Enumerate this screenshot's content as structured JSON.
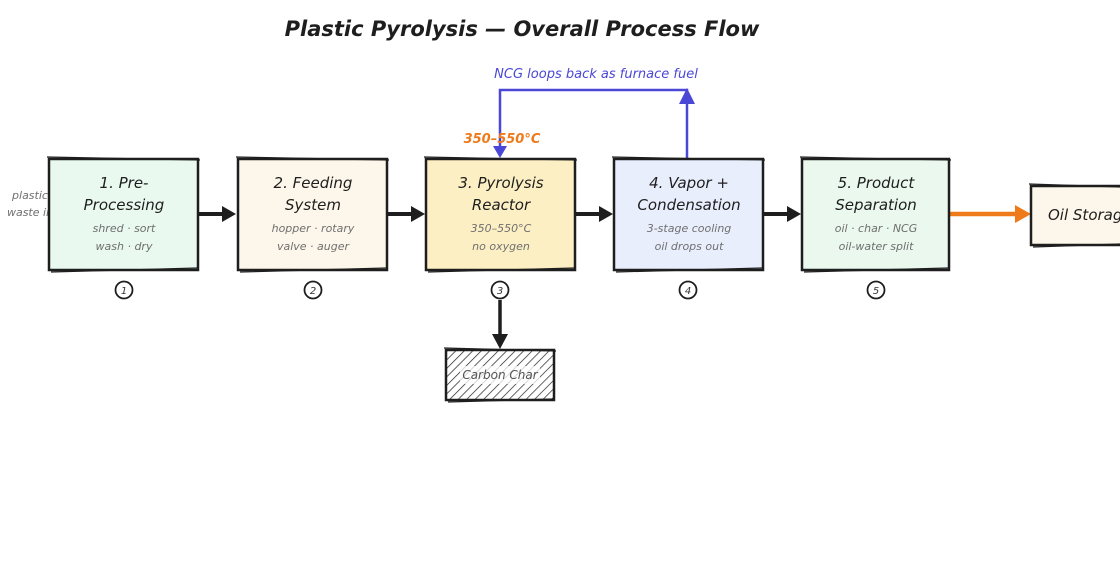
{
  "title": "Plastic Pyrolysis — Overall Process Flow",
  "input_label": {
    "line1": "plastic",
    "line2": "waste in"
  },
  "loop_label": "NCG loops back as furnace fuel",
  "reactor_temp_label": "350–550°C",
  "steps": [
    {
      "title1": "1. Pre-",
      "title2": "Processing",
      "sub1": "shred · sort",
      "sub2": "wash · dry",
      "num": "1",
      "fill": "#e9f9ef"
    },
    {
      "title1": "2. Feeding",
      "title2": "System",
      "sub1": "hopper · rotary",
      "sub2": "valve · auger",
      "num": "2",
      "fill": "#fdf6ea"
    },
    {
      "title1": "3. Pyrolysis",
      "title2": "Reactor",
      "sub1": "350–550°C",
      "sub2": "no oxygen",
      "num": "3",
      "fill": "#fdefc4"
    },
    {
      "title1": "4. Vapor +",
      "title2": "Condensation",
      "sub1": "3-stage cooling",
      "sub2": "oil drops out",
      "num": "4",
      "fill": "#e9eefc"
    },
    {
      "title1": "5. Product",
      "title2": "Separation",
      "sub1": "oil · char · NCG",
      "sub2": "oil-water split",
      "num": "5",
      "fill": "#eaf8ee"
    }
  ],
  "outputs": {
    "oil_storage": "Oil Storage",
    "carbon_char": "Carbon Char"
  },
  "colors": {
    "stroke": "#1e1e1e",
    "loop": "#4a47d6",
    "orange": "#ef7a1a",
    "muted": "#6f6f6f"
  }
}
